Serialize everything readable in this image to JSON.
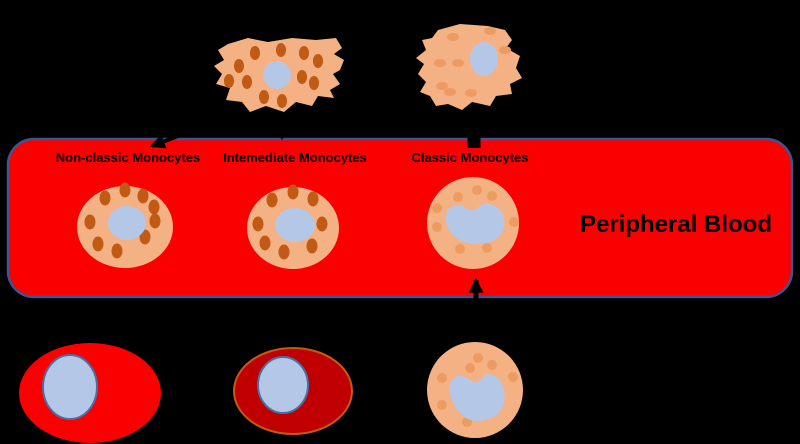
{
  "region_label": "Peripheral Blood",
  "labels": {
    "non_classic": "Non-classic Monocytes",
    "intermediate": "Intemediate Monocytes",
    "classic": "Classic Monocytes"
  },
  "colors": {
    "background": "#000000",
    "box_fill": "#fb0000",
    "box_border": "#3a5795",
    "cell_body": "#f4b183",
    "dot_dark": "#c05a15",
    "dot_light": "#ec9c62",
    "nucleus": "#b4c7e7",
    "nucleus_border": "#4472a8",
    "rbc_bright": "#fb0000",
    "rbc_dark": "#c00000",
    "rbc_dark_border": "#c55a11",
    "arrow": "#000000",
    "label_text": "#000000"
  }
}
